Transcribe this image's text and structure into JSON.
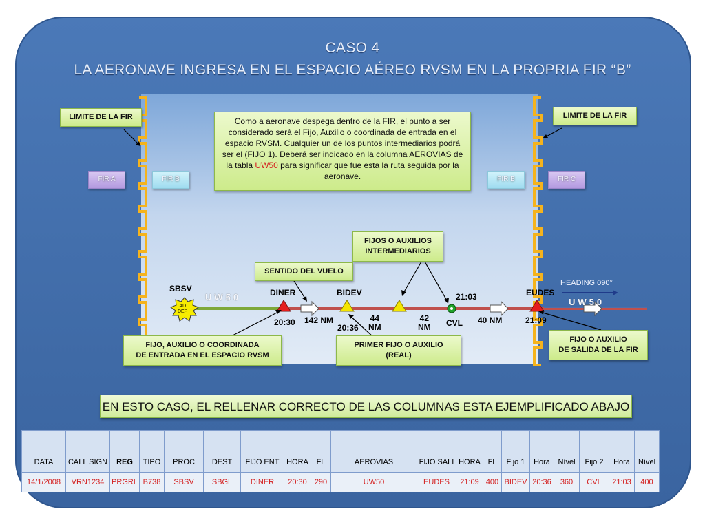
{
  "title_line1": "CASO 4",
  "title_line2": "LA AERONAVE INGRESA EN EL ESPACIO AÉREO RVSM EN LA PROPRIA FIR “B”",
  "limit_left": "LIMITE DE LA FIR",
  "limit_right": "LIMITE DE LA FIR",
  "fir_labels": {
    "a": "FIR A",
    "b_left": "FIR B",
    "b_right": "FIR B",
    "c": "FIR C"
  },
  "note": {
    "before": "Como a aeronave despega dentro de la FIR, el punto a ser considerado será el Fijo, Auxilio o coordinada de entrada en el espacio RVSM. Cualquier un de los puntos intermediarios podrá ser el (FIJO 1). Deberá ser indicado en la columna AEROVIAS de la tabla ",
    "highlight": "UW50",
    "after": " para significar que fue esta la ruta seguida por la aeronave."
  },
  "callouts": {
    "fijos": [
      "FIJOS O AUXILIOS",
      "INTERMEDIARIOS"
    ],
    "sentido": "SENTIDO DEL VUELO",
    "entrada": [
      "FIJO, AUXILIO O COORDINADA",
      "DE ENTRADA EN EL ESPACIO RVSM"
    ],
    "primer": [
      "PRIMER FIJO O AUXILIO",
      "(REAL)"
    ],
    "salida": [
      "FIJO O AUXILIO",
      "DE SALIDA DE LA FIR"
    ]
  },
  "route": {
    "airway_left": "UW50",
    "airway_right": "UW50",
    "heading": "HEADING 090°",
    "departure": {
      "name": "SBSV",
      "badge": [
        "AD",
        "DEP"
      ]
    },
    "points": {
      "diner": {
        "name": "DINER",
        "time": "20:30"
      },
      "bidev": {
        "name": "BIDEV",
        "time": "20:36"
      },
      "cvl": {
        "name": "CVL",
        "time": "21:03"
      },
      "eudes": {
        "name": "EUDES",
        "time": "21:09"
      }
    },
    "distances": {
      "d1": "142 NM",
      "d2": [
        "44",
        "NM"
      ],
      "d3": [
        "42",
        "NM"
      ],
      "d4": "40 NM"
    }
  },
  "banner": "EN ESTO CASO, EL RELLENAR CORRECTO DE LAS COLUMNAS ESTA EJEMPLIFICADO ABAJO",
  "table": {
    "headers": [
      "DATA",
      "CALL SIGN",
      "REG",
      "TIPO",
      "PROC",
      "DEST",
      "FIJO ENT",
      "HORA",
      "FL",
      "AEROVIAS",
      "FIJO SALI",
      "HORA",
      "FL",
      "Fijo 1",
      "Hora",
      "Nível",
      "Fijo 2",
      "Hora",
      "Nível"
    ],
    "row": [
      "14/1/2008",
      "VRN1234",
      "PRGRL",
      "B738",
      "SBSV",
      "SBGL",
      "DINER",
      "20:30",
      "290",
      "UW50",
      "EUDES",
      "21:09",
      "400",
      "BIDEV",
      "20:36",
      "360",
      "CVL",
      "21:03",
      "400"
    ]
  },
  "colors": {
    "accent_red": "#d42020",
    "marker_red": "#e51d1d",
    "marker_yellow": "#f4e500",
    "cvl_green": "#1fa32a",
    "boundary": "#f5b31d"
  }
}
